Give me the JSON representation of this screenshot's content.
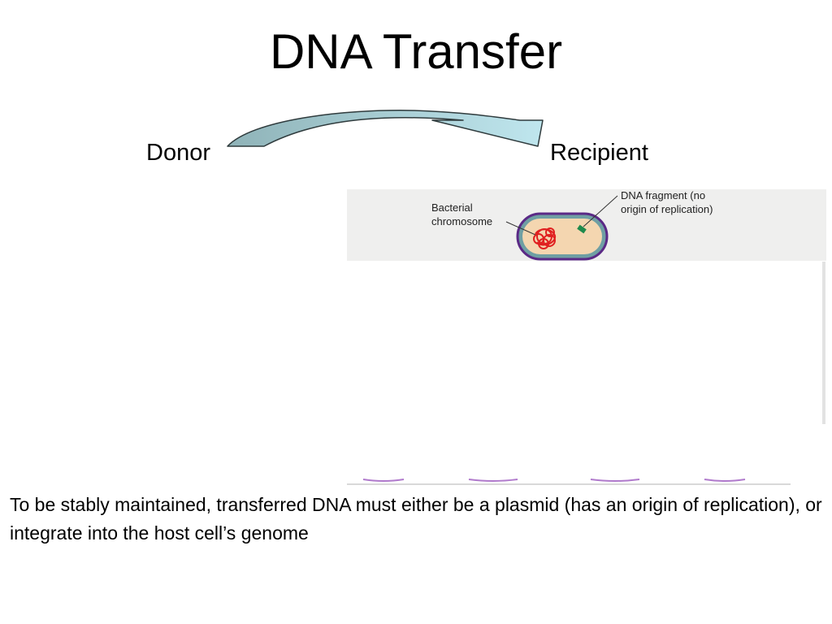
{
  "slide": {
    "title": "DNA Transfer",
    "donor_label": "Donor",
    "recipient_label": "Recipient",
    "caption": "To be stably maintained, transferred DNA must either be a plasmid (has an origin of replication), or integrate into the host cell’s genome"
  },
  "figure": {
    "bacterial_chromosome_label": "Bacterial chromosome",
    "dna_fragment_label": "DNA fragment (no origin of replication)"
  },
  "colors": {
    "arrow_fill_start": "#8fb3b8",
    "arrow_fill_end": "#bfe6ee",
    "cell_wall": "#5b2a86",
    "cell_membrane": "#6f9fa3",
    "cytoplasm": "#f4d6b0",
    "chromosome": "#e02020",
    "fragment": "#1f8a4c"
  },
  "icons": {
    "transfer_arrow": "curved-arrow-icon"
  }
}
